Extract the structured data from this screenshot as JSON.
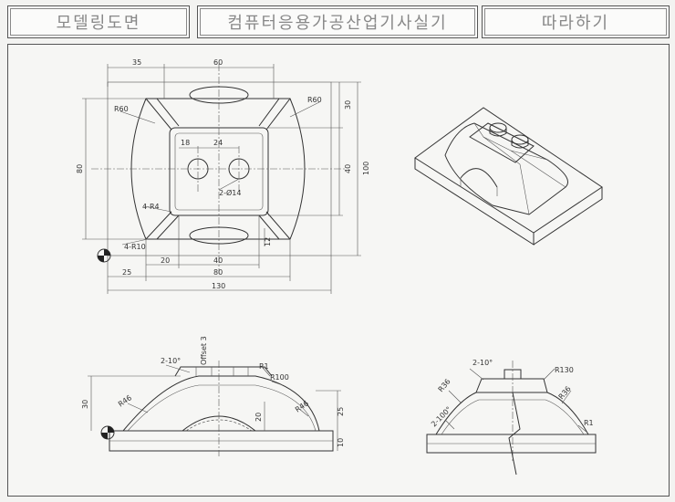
{
  "header": {
    "left_title": "모델링도면",
    "center_title": "컴퓨터응용가공산업기사실기",
    "right_title": "따라하기"
  },
  "dims": {
    "d35": "35",
    "d60": "60",
    "r60a": "R60",
    "r60b": "R60",
    "d30": "30",
    "d80v": "80",
    "d40v": "40",
    "d100": "100",
    "d18": "18",
    "d24": "24",
    "holes": "2-Ø14",
    "r4": "4-R4",
    "r10": "4-R10",
    "d12": "12",
    "d20": "20",
    "d40h": "40",
    "d25": "25",
    "d80h": "80",
    "d130": "130",
    "ang1": "2-10°",
    "offset": "Offset 3",
    "r1a": "R1",
    "r100": "R100",
    "r46a": "R46",
    "r46b": "R46",
    "d30side": "30",
    "d20side": "20",
    "d25side": "25",
    "d10side": "10",
    "ang2": "2-10°",
    "r130": "R130",
    "r36a": "R36",
    "r36b": "R36",
    "ang3": "2-100°",
    "r1b": "R1"
  }
}
